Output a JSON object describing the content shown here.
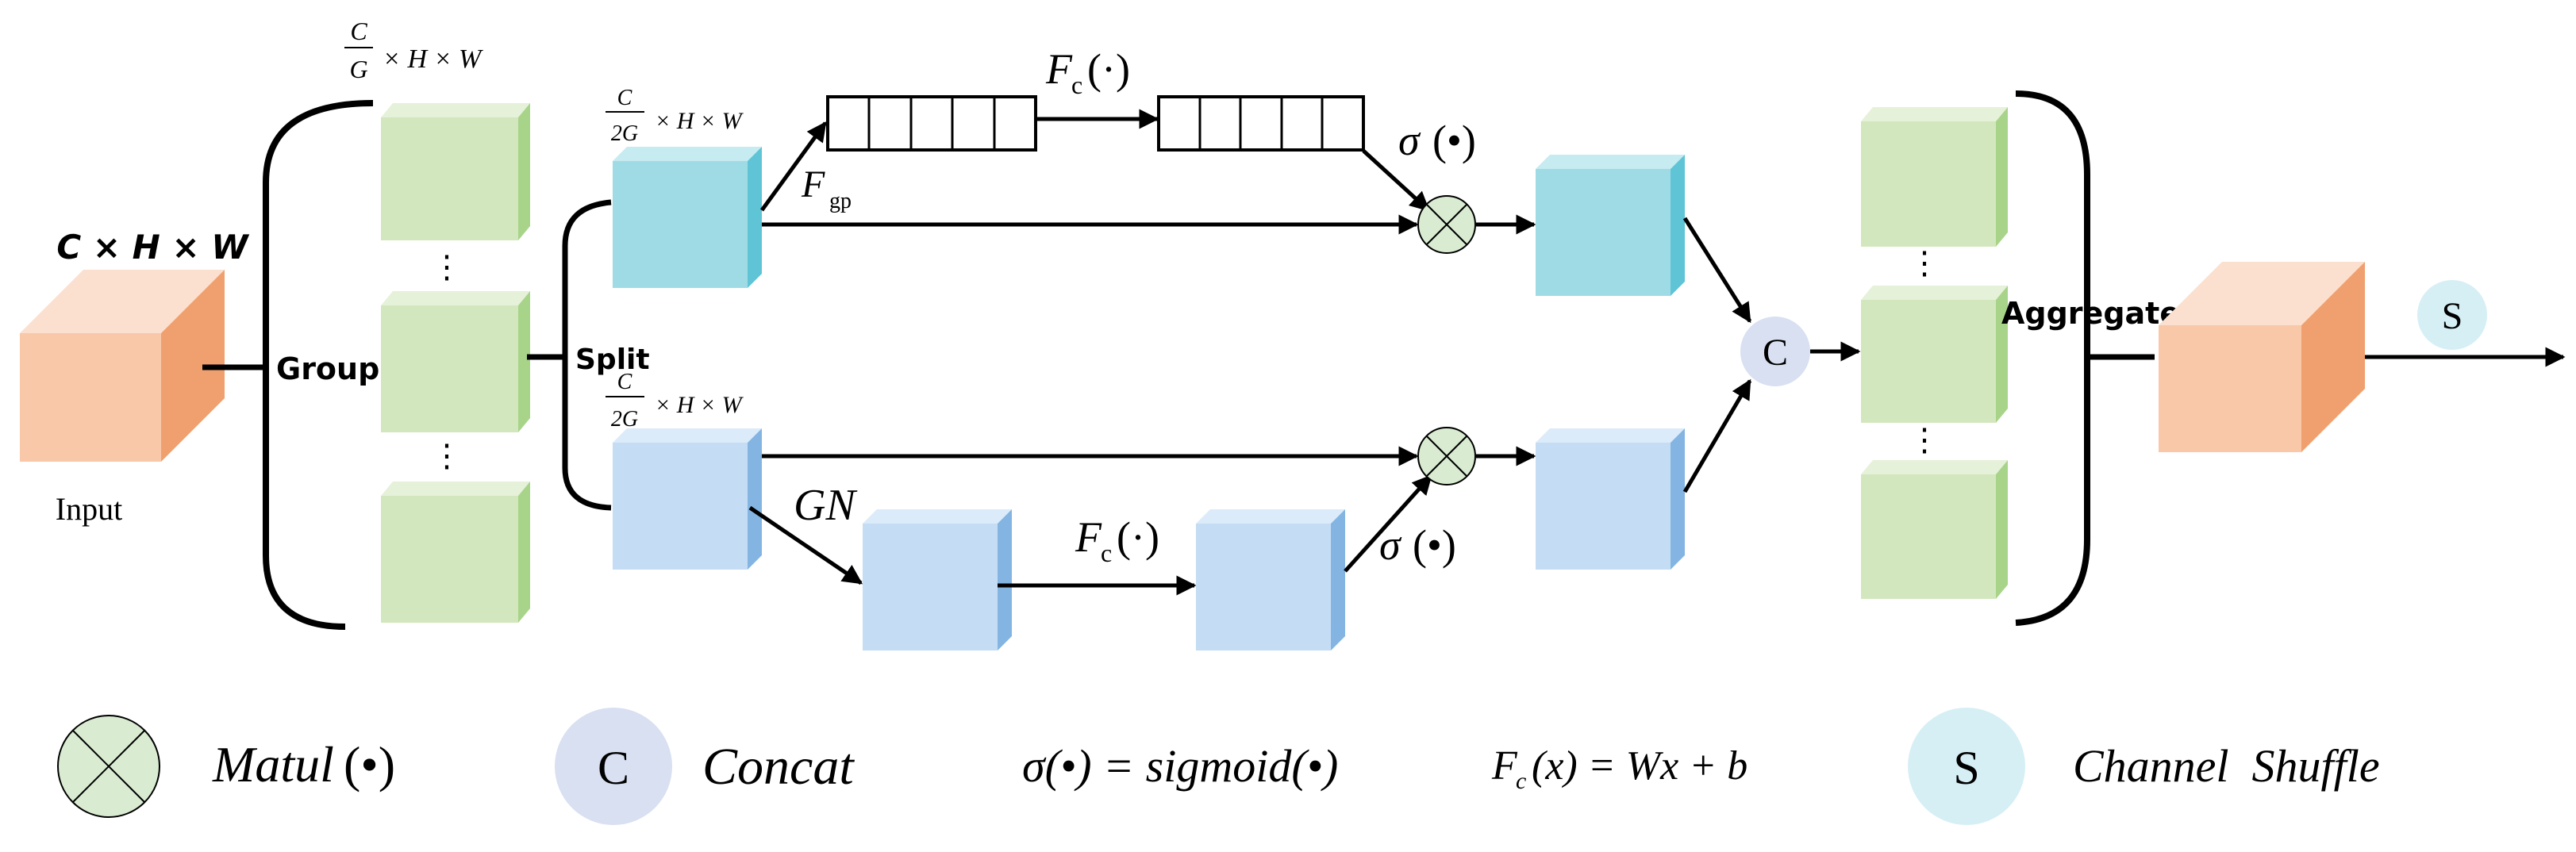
{
  "colors": {
    "orange_front": "#f8c8a8",
    "orange_top": "#fbe0cf",
    "orange_side": "#f0a06e",
    "green_front": "#d3e7bf",
    "green_top": "#e6f1da",
    "green_side": "#a8d48a",
    "cyan_front": "#9fdbe5",
    "cyan_top": "#c6ebf1",
    "cyan_side": "#5ec4d6",
    "blue_front": "#c4ddf4",
    "blue_top": "#dcebf9",
    "blue_side": "#84b5e2",
    "matmul_fill": "#d9ecd2",
    "concat_fill": "#d8e0f1",
    "shuffle_fill": "#d6eff5",
    "stroke": "#000000"
  },
  "labels": {
    "input_dims": "C × H × W",
    "input": "Input",
    "group": "Group",
    "split": "Split",
    "aggregate": "Aggregate",
    "group_dims_frac_num": "C",
    "group_dims_frac_den": "G",
    "group_dims_rest": "× H × W",
    "split_dims_frac_num": "C",
    "split_dims_frac_den": "2G",
    "split_dims_rest": "× H × W",
    "dots": "⋮",
    "fc_top": "F",
    "fc_sub": "c",
    "fc_arg": "(·)",
    "sigma": "σ",
    "sigma_arg": "(•)",
    "fgp": "F",
    "fgp_sub": "gp",
    "gn": "GN",
    "concat_symbol": "C",
    "shuffle_symbol": "S"
  },
  "legend": {
    "matmul_label": "Matul",
    "matmul_arg": "(•)",
    "concat_symbol": "C",
    "concat_label": "Concat",
    "sigmoid_formula": "σ(•) = sigmoid(•)",
    "fc_formula_lhs": "F",
    "fc_formula_sub": "c",
    "fc_formula_rhs": "(x) = Wx + b",
    "shuffle_symbol": "S",
    "shuffle_label": "Channel  Shuffle"
  }
}
